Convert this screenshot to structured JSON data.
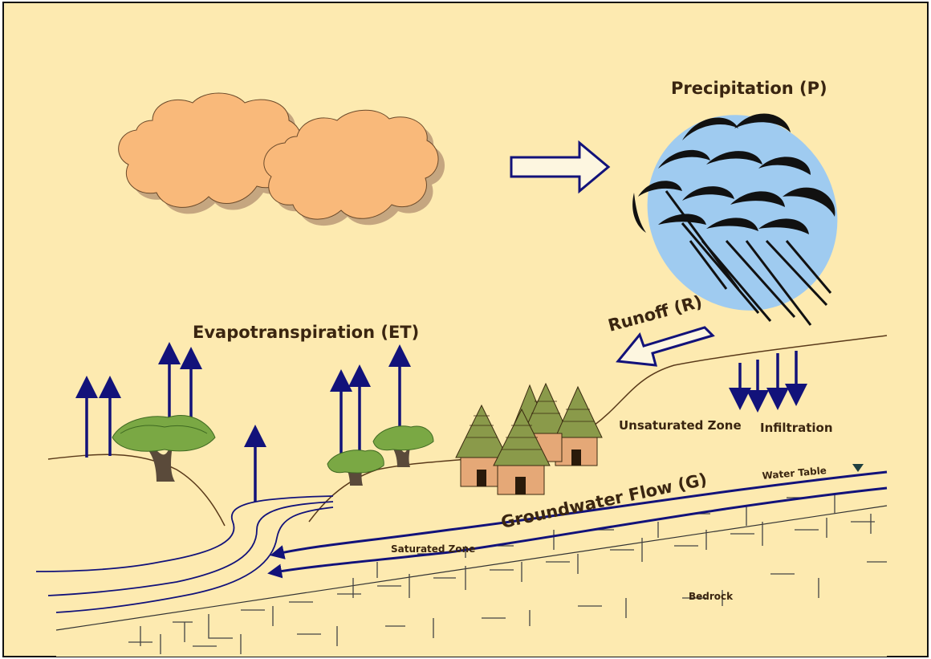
{
  "diagram": {
    "labels": {
      "precipitation": "Precipitation (P)",
      "evapotranspiration": "Evapotranspiration (ET)",
      "runoff": "Runoff (R)",
      "groundwater_flow": "Groundwater Flow (G)",
      "unsaturated_zone": "Unsaturated Zone",
      "infiltration": "Infiltration",
      "water_table": "Water Table",
      "saturated_zone": "Saturated Zone",
      "bedrock": "Bedrock"
    },
    "colors": {
      "background": "#fdeab0",
      "cloud": "#f9b97a",
      "rain_cloud": "#9fcbf0",
      "arrow": "#12127a",
      "text": "#3a2510",
      "tree": "#7aa844",
      "hut": "#e5a877"
    },
    "icons": [
      "cloud-icon",
      "rain-cloud-icon",
      "tree-icon",
      "hut-icon",
      "water-table-marker-icon"
    ]
  }
}
